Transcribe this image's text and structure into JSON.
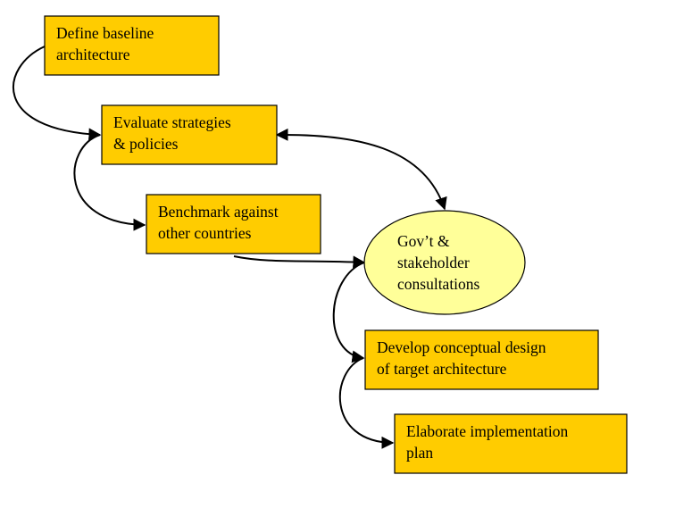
{
  "diagram": {
    "nodes": [
      {
        "id": "define-baseline",
        "shape": "box",
        "lines": [
          "Define baseline",
          "architecture"
        ]
      },
      {
        "id": "evaluate-strategies",
        "shape": "box",
        "lines": [
          "Evaluate strategies",
          "& policies"
        ]
      },
      {
        "id": "benchmark",
        "shape": "box",
        "lines": [
          "Benchmark against",
          "other countries"
        ]
      },
      {
        "id": "consultations",
        "shape": "oval",
        "lines": [
          "Gov’t &",
          "stakeholder",
          "consultations"
        ]
      },
      {
        "id": "conceptual-design",
        "shape": "box",
        "lines": [
          "Develop conceptual design",
          "of target architecture"
        ]
      },
      {
        "id": "implementation-plan",
        "shape": "box",
        "lines": [
          "Elaborate implementation",
          "plan"
        ]
      }
    ],
    "edges": [
      {
        "from": "define-baseline",
        "to": "evaluate-strategies",
        "direction": "forward"
      },
      {
        "from": "evaluate-strategies",
        "to": "benchmark",
        "direction": "forward"
      },
      {
        "from": "evaluate-strategies",
        "to": "consultations",
        "direction": "both"
      },
      {
        "from": "benchmark",
        "to": "consultations",
        "direction": "forward"
      },
      {
        "from": "consultations",
        "to": "conceptual-design",
        "direction": "forward"
      },
      {
        "from": "conceptual-design",
        "to": "implementation-plan",
        "direction": "forward"
      }
    ],
    "colors": {
      "box_fill": "#ffcc00",
      "oval_fill": "#ffff99",
      "stroke": "#000000"
    }
  }
}
